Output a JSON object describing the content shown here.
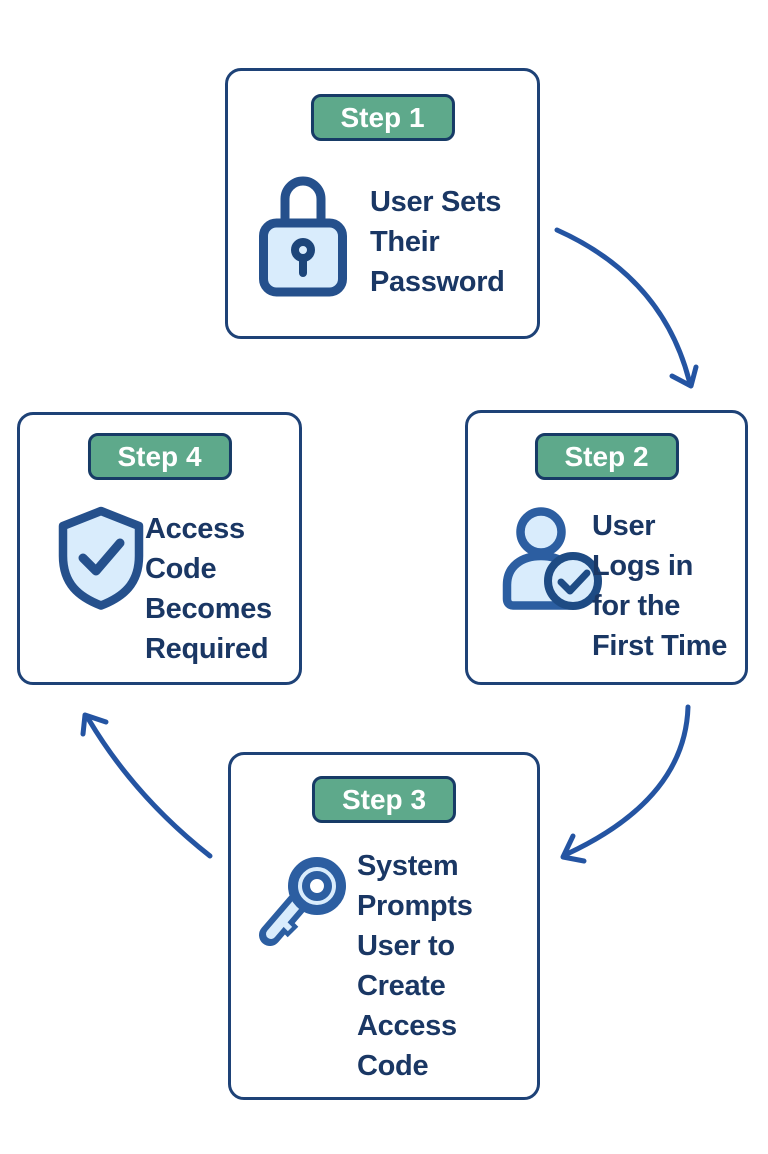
{
  "diagram": {
    "type": "cycle-flow",
    "background": "#ffffff",
    "colors": {
      "card_border": "#1e4277",
      "text": "#1a3764",
      "badge_background": "#5ea98b",
      "badge_border": "#173b66",
      "badge_text": "#ffffff",
      "icon_fill": "#d9ecfc",
      "icon_stroke_dark": "#25508c",
      "icon_stroke_blue": "#2c5ea1",
      "arrow": "#2454a2"
    }
  },
  "steps": [
    {
      "badge": "Step 1",
      "icon": "lock-icon",
      "label": "User Sets Their Password",
      "lines": [
        "User Sets",
        "Their",
        "Password"
      ]
    },
    {
      "badge": "Step 2",
      "icon": "user-check-icon",
      "label": "User Logs in for the First Time",
      "lines": [
        "User",
        "Logs in",
        "for the",
        "First Time"
      ]
    },
    {
      "badge": "Step 3",
      "icon": "key-icon",
      "label": "System Prompts User to Create Access Code",
      "lines": [
        "System",
        "Prompts",
        "User to",
        "Create",
        "Access",
        "Code"
      ]
    },
    {
      "badge": "Step 4",
      "icon": "shield-check-icon",
      "label": "Access Code Becomes Required",
      "lines": [
        "Access",
        "Code",
        "Becomes",
        "Required"
      ]
    }
  ],
  "arrows": [
    {
      "name": "arrow-step1-to-step2",
      "from": "Step 1",
      "to": "Step 2"
    },
    {
      "name": "arrow-step2-to-step3",
      "from": "Step 2",
      "to": "Step 3"
    },
    {
      "name": "arrow-step3-to-step4",
      "from": "Step 3",
      "to": "Step 4"
    }
  ]
}
